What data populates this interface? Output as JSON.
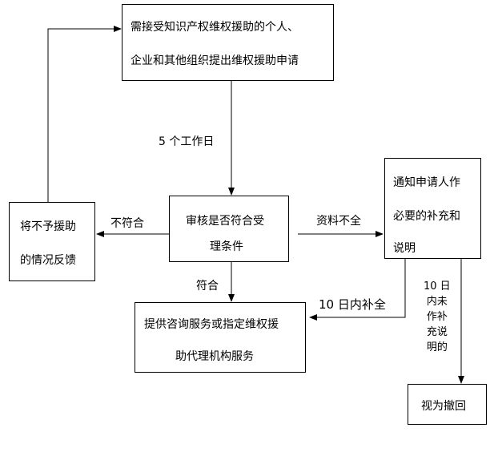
{
  "nodes": {
    "applicant": {
      "lines": [
        "需接受知识产权维权援助的个人、",
        "企业和其他组织提出维权援助申请"
      ]
    },
    "review": {
      "lines": [
        "审核是否符合受",
        "理条件"
      ]
    },
    "reject": {
      "lines": [
        "将不予援助",
        "的情况反馈"
      ]
    },
    "notify": {
      "lines": [
        "通知申请人作",
        "必要的补充和",
        "说明"
      ]
    },
    "service": {
      "lines": [
        "提供咨询服务或指定维权援",
        "助代理机构服务"
      ]
    },
    "withdraw": {
      "lines": [
        "视为撤回"
      ]
    }
  },
  "edges": {
    "five_days": "5 个工作日",
    "not_eligible": "不符合",
    "incomplete": "资料不全",
    "eligible": "符合",
    "supplement_10": "10 日内补全",
    "no_supplement": [
      "10 日",
      "内未",
      "作补",
      "充说",
      "明的"
    ]
  }
}
